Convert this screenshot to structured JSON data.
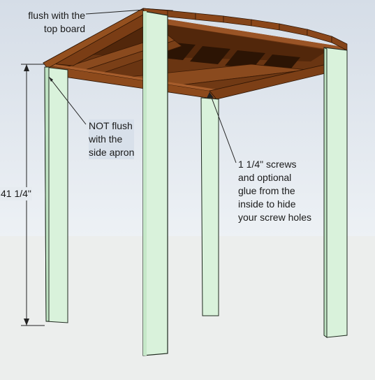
{
  "colors": {
    "sky_top": "#d5dde7",
    "sky_bottom": "#ecf0f4",
    "ground": "#eceeed",
    "leg_face": "#d9f2db",
    "leg_side": "#bfe3c3",
    "leg_stroke": "#1f2a1f",
    "wood_dark": "#5e2e0d",
    "wood_mid": "#7d4019",
    "wood_light": "#9a5426",
    "dimension_line": "#222222"
  },
  "annotations": {
    "top_board": [
      "flush with the",
      "top board"
    ],
    "side_apron": [
      "NOT flush",
      "with the",
      "side apron"
    ],
    "screws": [
      "1 1/4\" screws",
      "and optional",
      "glue from the",
      "inside to hide",
      "your screw holes"
    ]
  },
  "dimension": {
    "height_label": "41 1/4\""
  }
}
